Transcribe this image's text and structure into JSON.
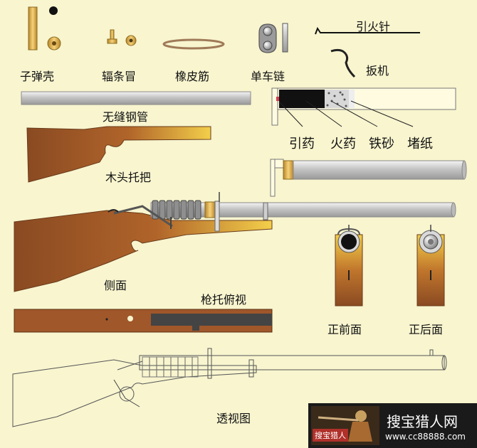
{
  "parts": {
    "cartridge": "子弹壳",
    "nipple_cap": "辐条冒",
    "rubber_band": "橡皮筋",
    "bike_chain": "单车链",
    "firing_pin": "引火针",
    "trigger": "扳机",
    "seamless_tube": "无缝钢管",
    "wooden_stock": "木头托把"
  },
  "charge": {
    "primer": "引药",
    "powder": "火药",
    "iron_sand": "铁砂",
    "paper_plug": "堵纸"
  },
  "views": {
    "side": "侧面",
    "stock_top": "枪托俯视",
    "front": "正前面",
    "rear": "正后面",
    "xray": "透视图"
  },
  "watermark": {
    "site_name": "搜宝猎人网",
    "url": "www.cc88888.com",
    "badge": "搜宝猎人"
  },
  "colors": {
    "background": "#f8f5cf",
    "wood_dark": "#8a4a22",
    "wood_light": "#f2c940",
    "steel": "#c9c9c9",
    "brass": "#d9a636"
  }
}
